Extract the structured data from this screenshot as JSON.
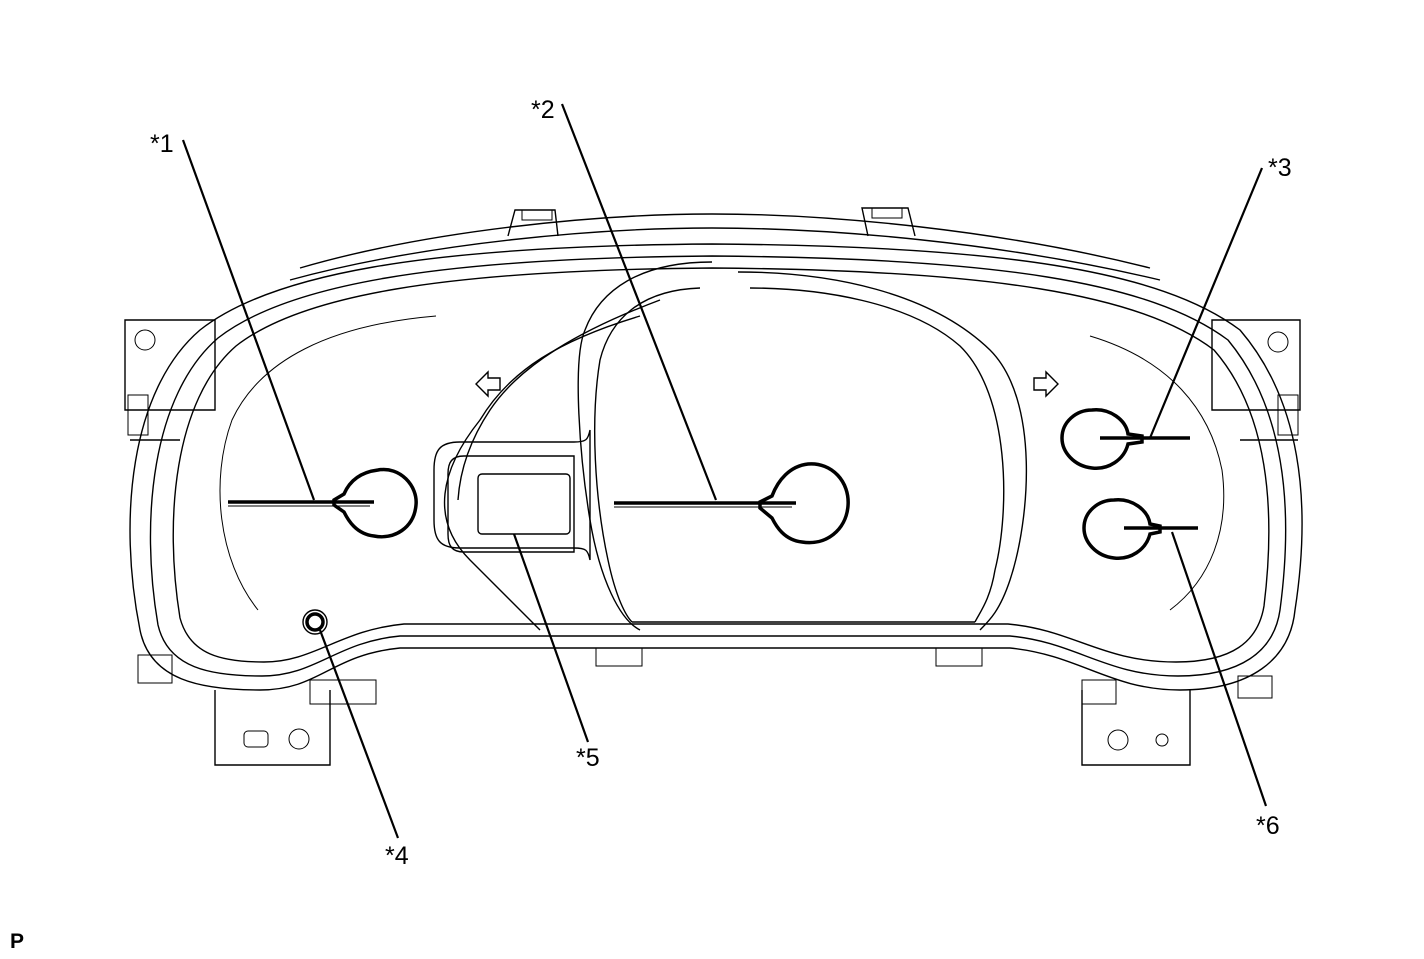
{
  "callouts": [
    {
      "id": "callout-1",
      "label": "*1"
    },
    {
      "id": "callout-2",
      "label": "*2"
    },
    {
      "id": "callout-3",
      "label": "*3"
    },
    {
      "id": "callout-4",
      "label": "*4"
    },
    {
      "id": "callout-5",
      "label": "*5"
    },
    {
      "id": "callout-6",
      "label": "*6"
    }
  ],
  "corner_code": "P",
  "icons": [
    "turn-left-arrow-icon",
    "turn-right-arrow-icon"
  ]
}
